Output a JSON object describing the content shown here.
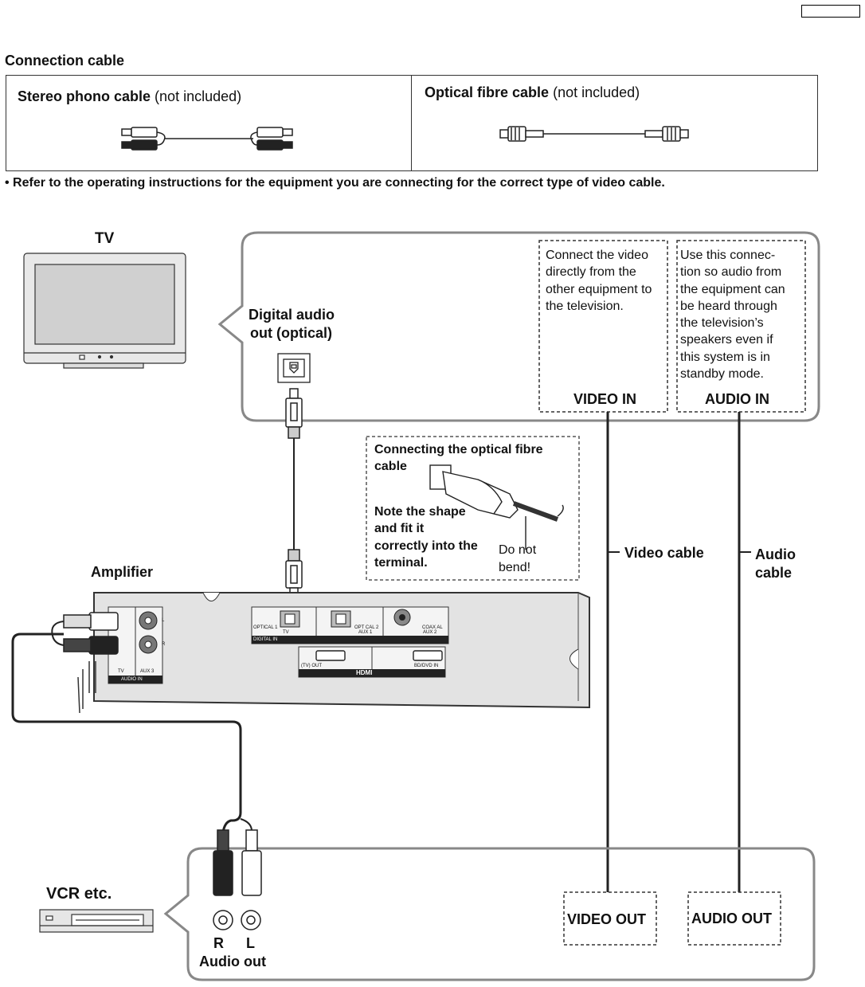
{
  "header": {
    "section_title": "Connection cable"
  },
  "cables": {
    "stereo": {
      "name": "Stereo phono cable",
      "note": "(not included)"
    },
    "optical": {
      "name": "Optical fibre cable",
      "note": "(not included)"
    }
  },
  "note": "•  Refer to the operating instructions for the equipment you are connecting for the correct type of video cable.",
  "tv": {
    "label": "TV",
    "digital_audio_out_line1": "Digital audio",
    "digital_audio_out_line2": "out (optical)",
    "video_note": [
      "Connect the video",
      "directly from the",
      "other equipment to",
      "the television."
    ],
    "audio_note": [
      "Use this connec-",
      "tion so audio from",
      "the equipment can",
      "be heard through",
      "the television’s",
      "speakers even if",
      "this system is in",
      "standby mode."
    ],
    "video_in": "VIDEO IN",
    "audio_in": "AUDIO IN"
  },
  "optical_tip": {
    "title_line1": "Connecting the optical fibre",
    "title_line2": "cable",
    "shape_lines": [
      "Note the shape",
      "and fit it",
      "correctly into the",
      "terminal."
    ],
    "bend_line1": "Do not",
    "bend_line2": "bend!"
  },
  "cable_labels": {
    "video": "Video cable",
    "audio_line1": "Audio",
    "audio_line2": "cable"
  },
  "amplifier": {
    "label": "Amplifier",
    "ports": {
      "optical1": "OPTICAL 1",
      "tv": "TV",
      "opt_cal2": "OPT CAL 2",
      "aux1": "AUX 1",
      "coax": "COAX AL",
      "aux2": "AUX 2",
      "digital_in": "DIGITAL IN",
      "tv_out": "(TV) OUT",
      "bd_dvd_in": "BD/DVD IN",
      "hdmi": "HDMI",
      "audio_tv": "TV",
      "aux3": "AUX 3",
      "audio_in": "AUDIO IN",
      "l": "L",
      "r": "R"
    }
  },
  "vcr": {
    "label": "VCR etc.",
    "r": "R",
    "l": "L",
    "audio_out": "Audio out",
    "video_out": "VIDEO OUT",
    "audio_out_box": "AUDIO OUT"
  }
}
